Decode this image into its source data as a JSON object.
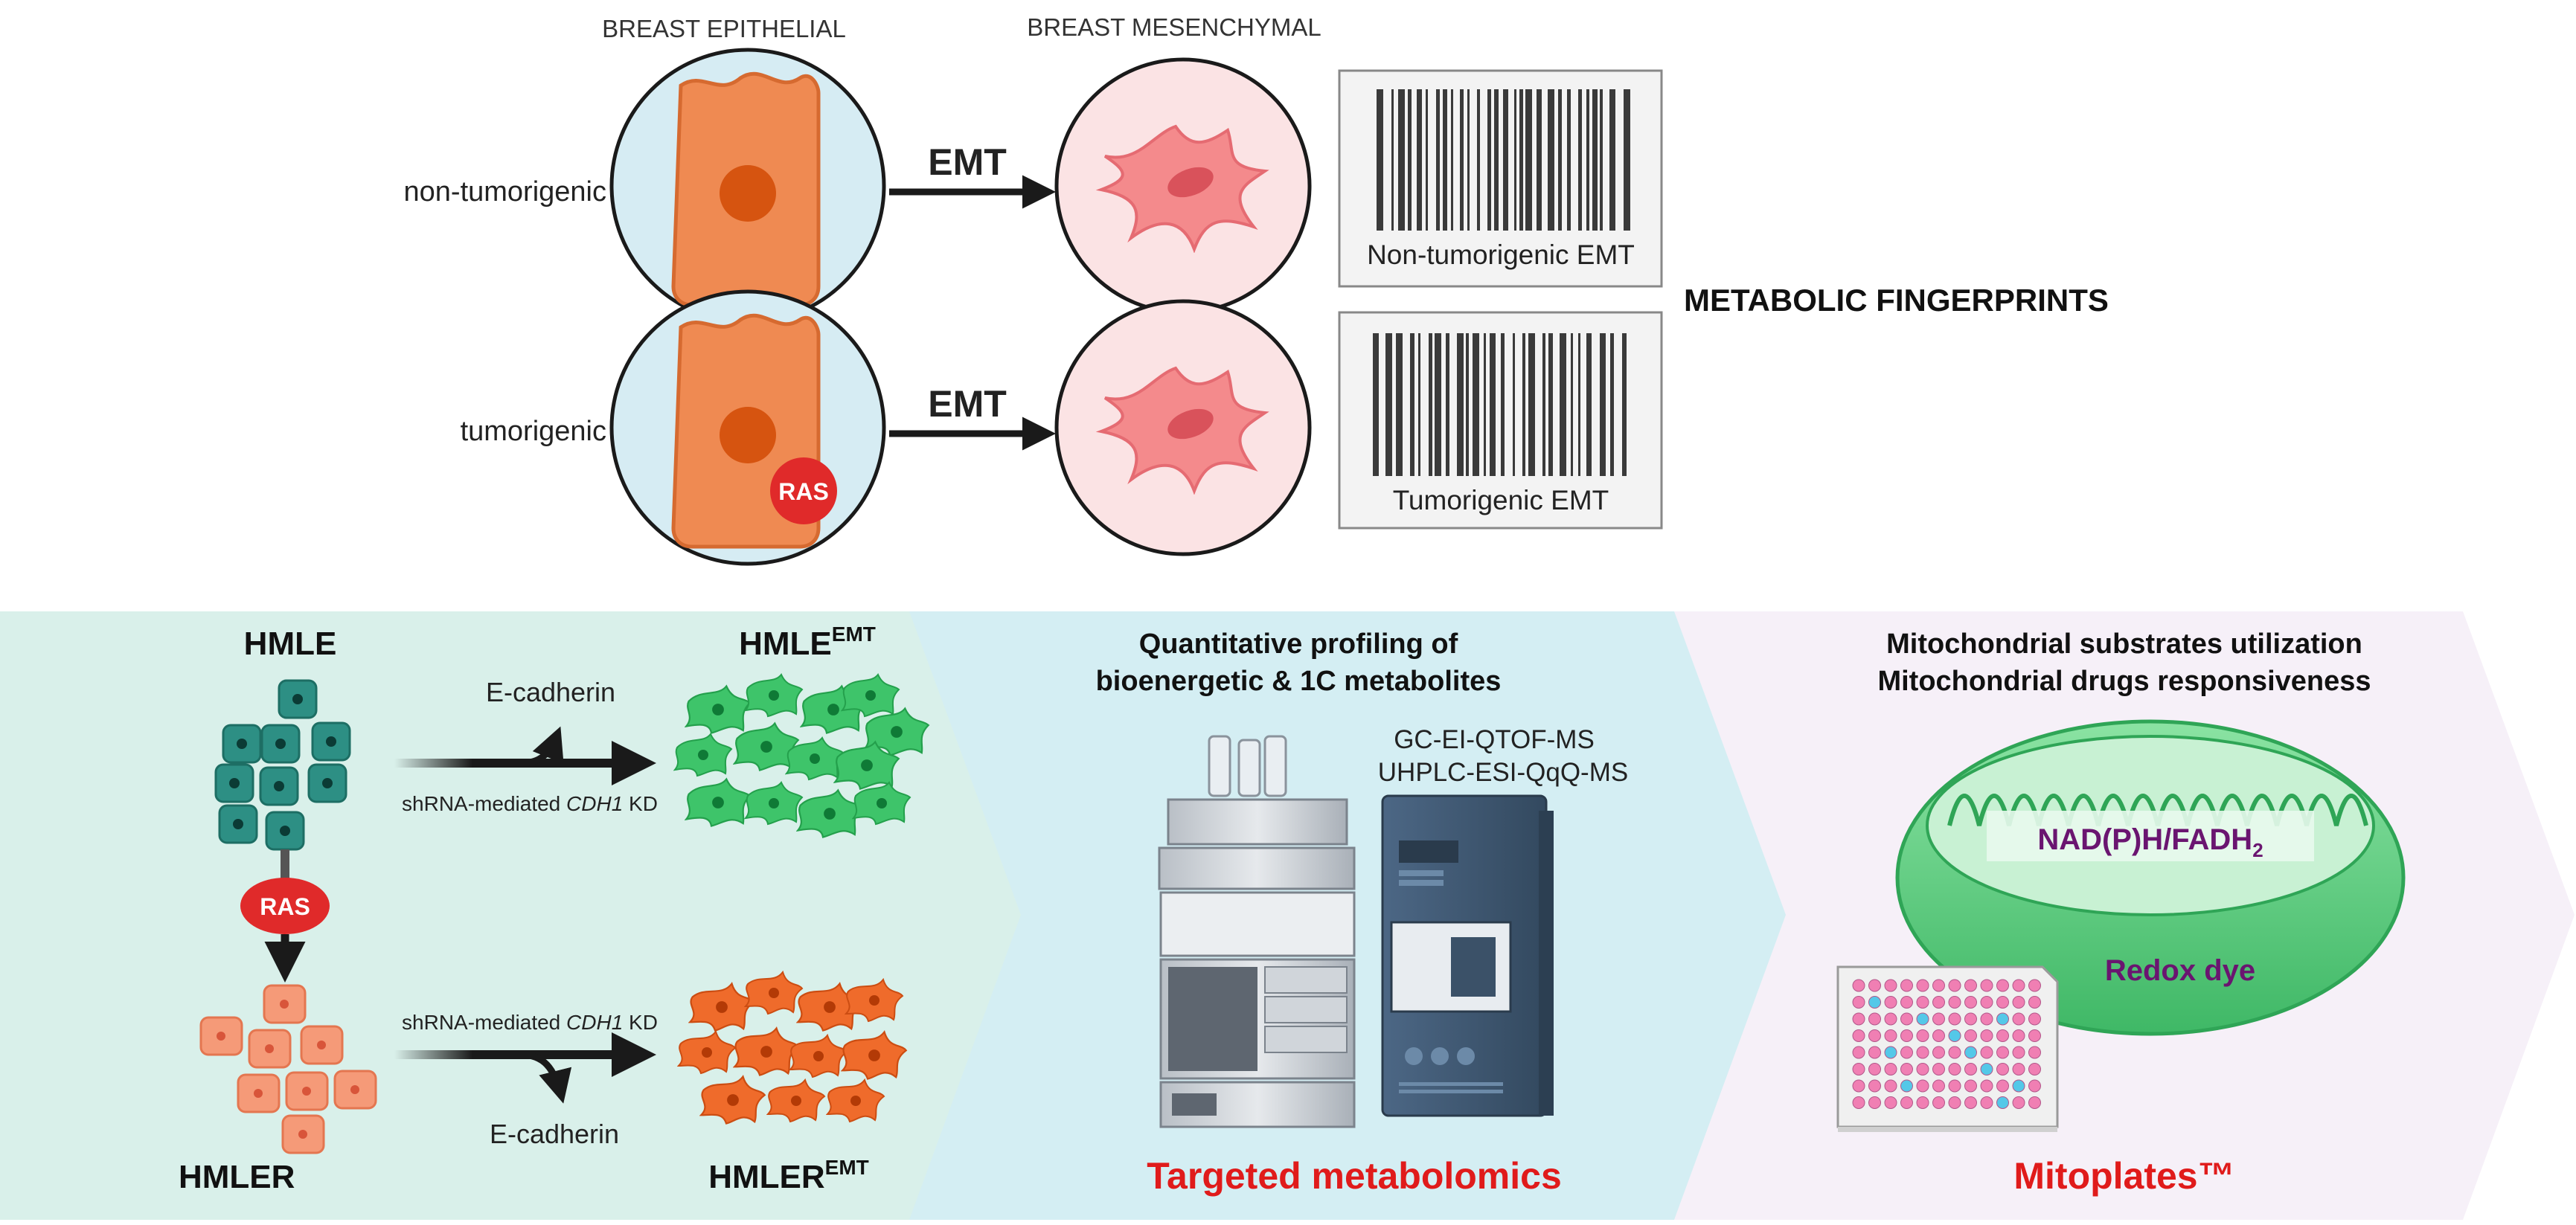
{
  "top": {
    "epithelial_header": "BREAST EPITHELIAL",
    "mesenchymal_header": "BREAST MESENCHYMAL",
    "row1_label": "non-tumorigenic",
    "row2_label": "tumorigenic",
    "emt_label_1": "EMT",
    "emt_label_2": "EMT",
    "ras_badge": "RAS",
    "barcode1_caption": "Non-tumorigenic EMT",
    "barcode2_caption": "Tumorigenic EMT",
    "fingerprints_label": "METABOLIC FINGERPRINTS"
  },
  "panel1": {
    "hmle": "HMLE",
    "hmle_emt_base": "HMLE",
    "hmle_emt_sup": "EMT",
    "ecad_top": "E-cadherin",
    "kd_top_prefix": "shRNA-mediated ",
    "kd_top_gene": "CDH1",
    "kd_top_suffix": " KD",
    "ras_badge": "RAS",
    "kd_bottom_prefix": "shRNA-mediated ",
    "kd_bottom_gene": "CDH1",
    "kd_bottom_suffix": " KD",
    "ecad_bottom": "E-cadherin",
    "hmler": "HMLER",
    "hmler_emt_base": "HMLER",
    "hmler_emt_sup": "EMT"
  },
  "panel2": {
    "header_line1": "Quantitative profiling of",
    "header_line2": "bioenergetic & 1C metabolites",
    "method1": "GC-EI-QTOF-MS",
    "method2": "UHPLC-ESI-QqQ-MS",
    "footer": "Targeted metabolomics"
  },
  "panel3": {
    "header_line1": "Mitochondrial substrates utilization",
    "header_line2": "Mitochondrial drugs responsiveness",
    "nadh_base": "NAD(P)H/FADH",
    "nadh_sub": "2",
    "redox": "Redox dye",
    "footer": "Mitoplates™"
  },
  "colors": {
    "panel1_bg": "#d9f0ea",
    "panel2_bg": "#d4eef3",
    "panel3_bg": "#f6f0f8",
    "cell_orange": "#ef8a52",
    "nucleus": "#d65410",
    "mesenchymal": "#f48a8c",
    "ras_red": "#e02a2a",
    "teal": "#2d8f84",
    "green": "#3fc266",
    "highlight_red": "#e01b1b",
    "purple": "#6a1570"
  }
}
